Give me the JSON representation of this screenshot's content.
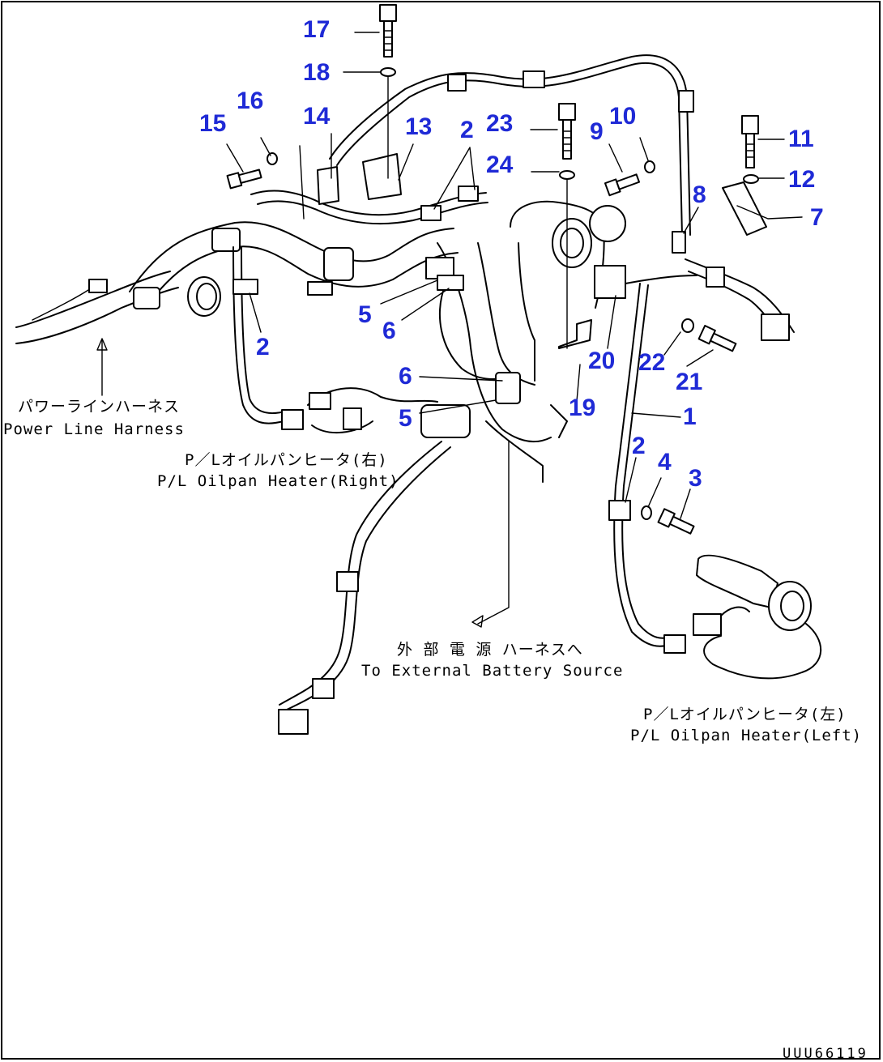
{
  "labels": {
    "p1": "1",
    "p2a": "2",
    "p2b": "2",
    "p2c": "2",
    "p3": "3",
    "p4": "4",
    "p5a": "5",
    "p5b": "5",
    "p6a": "6",
    "p6b": "6",
    "p7": "7",
    "p8": "8",
    "p9": "9",
    "p10": "10",
    "p11": "11",
    "p12": "12",
    "p13": "13",
    "p14": "14",
    "p15": "15",
    "p16": "16",
    "p17": "17",
    "p18": "18",
    "p19": "19",
    "p20": "20",
    "p21": "21",
    "p22": "22",
    "p23": "23",
    "p24": "24"
  },
  "captions": {
    "power_jp": "パワーラインハーネス",
    "power_en": "Power Line Harness",
    "right_jp": "P／Lオイルパンヒータ(右)",
    "right_en": "P/L Oilpan Heater(Right)",
    "battery_jp": "外 部 電 源 ハーネスへ",
    "battery_en": "To External Battery Source",
    "left_jp": "P／Lオイルパンヒータ(左)",
    "left_en": "P/L Oilpan Heater(Left)"
  },
  "drawing_code": "UUU66119",
  "colors": {
    "label": "#1f2ad6",
    "line": "#000000",
    "background": "#ffffff"
  }
}
